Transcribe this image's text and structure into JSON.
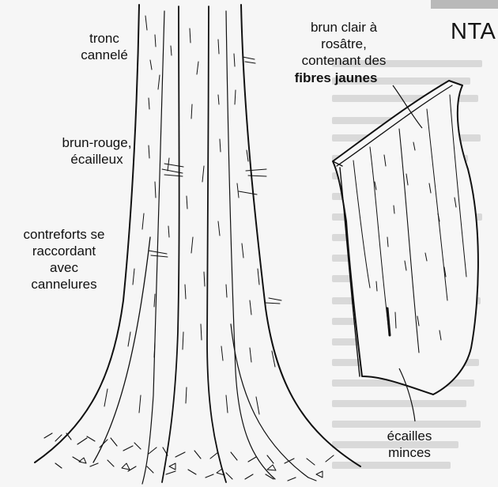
{
  "labels": {
    "tronc": "tronc\ncannelé",
    "brun_rouge": "brun-rouge,\nécailleux",
    "contreforts": "contreforts se\nraccordant\navec\ncannelures",
    "brun_clair": "brun clair à\nrosâtre,\ncontenant des",
    "fibres": "fibres jaunes",
    "ecailles": "écailles\nminces",
    "nta": "NTA"
  }
}
